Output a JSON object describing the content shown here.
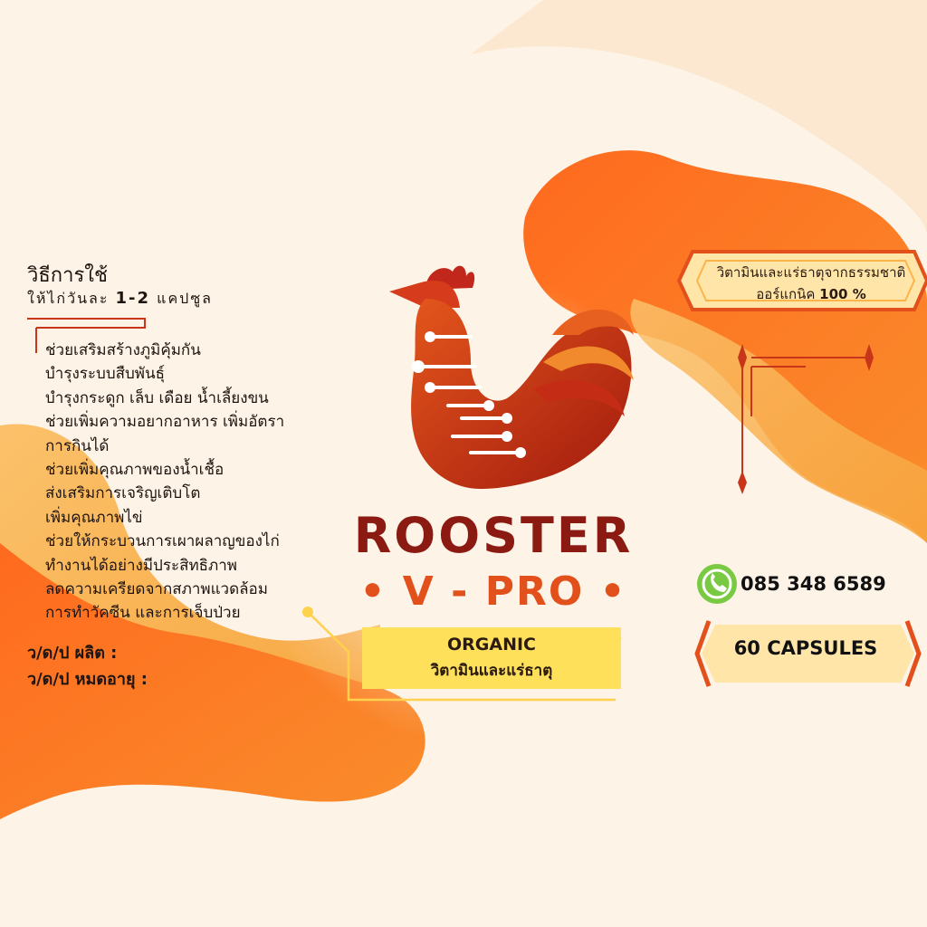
{
  "usage": {
    "title": "วิธีการใช้",
    "dose_prefix": "ให้ไก่วันละ",
    "dose_amount": "1-2",
    "dose_suffix": "แคปซูล"
  },
  "benefits": [
    "ช่วยเสริมสร้างภูมิคุ้มกัน",
    "บำรุงระบบสืบพันธุ์",
    "บำรุงกระดูก เล็บ เดือย น้ำเลี้ยงขน",
    "ช่วยเพิ่มความอยากอาหาร เพิ่มอัตรา",
    "การกินได้",
    "ช่วยเพิ่มคุณภาพของน้ำเชื้อ",
    "ส่งเสริมการเจริญเติบโต",
    "เพิ่มคุณภาพไข่",
    "ช่วยให้กระบวนการเผาผลาญของไก่",
    "ทำงานได้อย่างมีประสิทธิภาพ",
    "ลดความเครียดจากสภาพแวดล้อม",
    "การทำวัคซีน และการเจ็บป่วย"
  ],
  "dates": {
    "manufactured": "ว/ด/ป ผลิต :",
    "expiry": "ว/ด/ป หมดอายุ :"
  },
  "brand": {
    "name_line1": "ROOSTER",
    "name_line2": "• V - PRO •",
    "organic_label": "ORGANIC",
    "organic_sub": "วิตามินและแร่ธาตุ"
  },
  "badge": {
    "line1": "วิตามินและแร่ธาตุจากธรรมชาติ",
    "line2_prefix": "ออร์แกนิค",
    "line2_value": "100 %"
  },
  "contact": {
    "phone": "085 348 6589",
    "phone_icon": "whatsapp-icon"
  },
  "package": {
    "count_label": "60 CAPSULES"
  },
  "colors": {
    "background": "#fdf3e6",
    "orange_dark": "#e2501c",
    "orange_light": "#fbb34a",
    "brand_red": "#8b1a12",
    "highlight_yellow": "#ffe05a",
    "phone_icon_green": "#7ac943"
  }
}
